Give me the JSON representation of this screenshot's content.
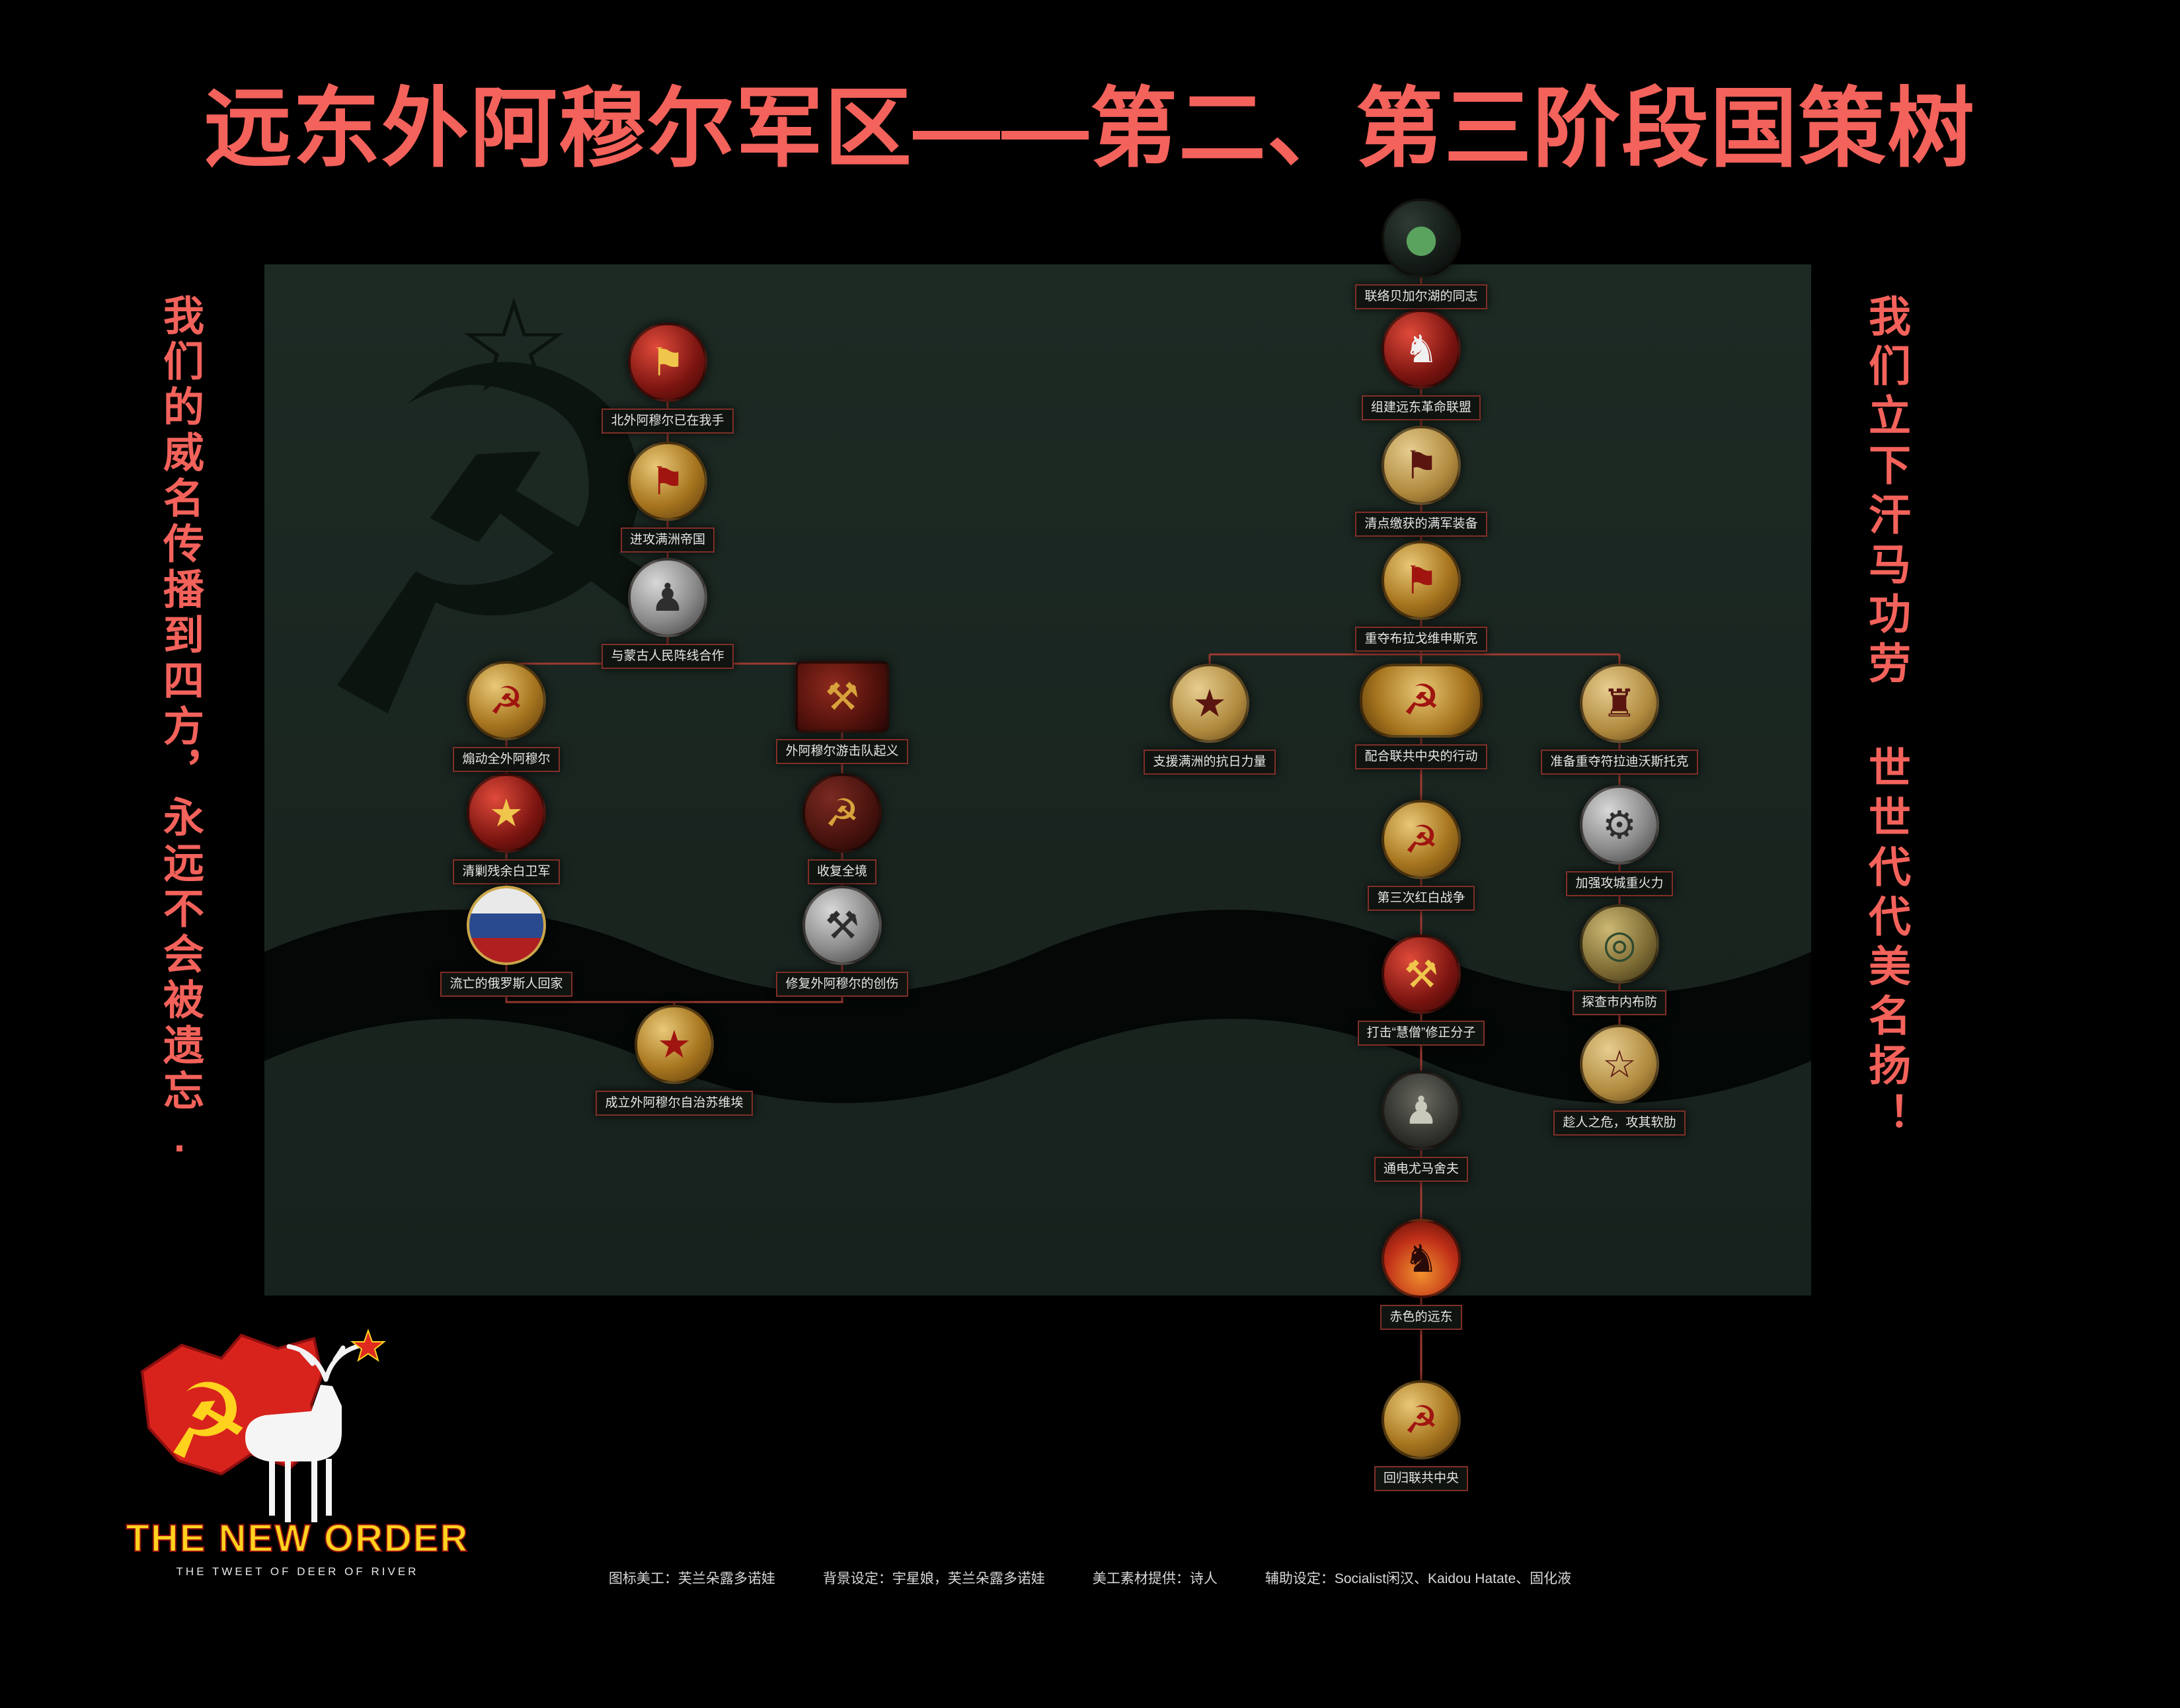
{
  "title": "远东外阿穆尔军区——第二、第三阶段国策树",
  "left_slogan": "我们的威名传播到四方，永远不会被遗忘.",
  "right_slogan": "我们立下汗马功劳 世世代代美名扬！",
  "colors": {
    "accent": "#f3625b",
    "panel": "#1b2722",
    "line": "#9e3a31"
  },
  "watermarks": {
    "hammer_sickle": "☭",
    "star": "☆"
  },
  "logo": {
    "name": "THE NEW ORDER",
    "subtitle": "THE TWEET OF DEER OF RIVER",
    "emblem": "☭"
  },
  "credits": [
    "图标美工：芙兰朵露多诺娃",
    "背景设定：宇星娘，芙兰朵露多诺娃",
    "美工素材提供：诗人",
    "辅助设定：Socialist闲汉、Kaidou Hatate、固化液"
  ],
  "focus_tree": {
    "nodes": [
      {
        "label": "北外阿穆尔已在我手",
        "glyph": "⚑",
        "icon": "crossed-red-flags"
      },
      {
        "label": "进攻满洲帝国",
        "glyph": "⚑",
        "icon": "gold-wreath-flags"
      },
      {
        "label": "与蒙古人民阵线合作",
        "glyph": "♟",
        "icon": "silver-portrait"
      },
      {
        "label": "煽动全外阿穆尔",
        "glyph": "☭",
        "icon": "red-banner"
      },
      {
        "label": "清剿残余白卫军",
        "glyph": "★",
        "icon": "red-badge"
      },
      {
        "label": "流亡的俄罗斯人回家",
        "glyph": "",
        "icon": "russian-tricolor-shield"
      },
      {
        "label": "外阿穆尔游击队起义",
        "glyph": "⚒",
        "icon": "uprising-painting"
      },
      {
        "label": "收复全境",
        "glyph": "☭",
        "icon": "dark-red-medal"
      },
      {
        "label": "修复外阿穆尔的创伤",
        "glyph": "⚒",
        "icon": "silver-bear"
      },
      {
        "label": "成立外阿穆尔自治苏维埃",
        "glyph": "★",
        "icon": "soviet-star-wreath"
      },
      {
        "label": "联络贝加尔湖的同志",
        "glyph": "●",
        "icon": "baikal-lake-map"
      },
      {
        "label": "组建远东革命联盟",
        "glyph": "♞",
        "icon": "white-horse-banner"
      },
      {
        "label": "清点缴获的满军装备",
        "glyph": "⚑",
        "icon": "captured-equipment"
      },
      {
        "label": "重夺布拉戈维申斯克",
        "glyph": "⚑",
        "icon": "city-reclaim-wreath"
      },
      {
        "label": "支援满洲的抗日力量",
        "glyph": "★",
        "icon": "anti-japan-shield"
      },
      {
        "label": "配合联共中央的行动",
        "glyph": "☭",
        "icon": "winged-gold-emblem"
      },
      {
        "label": "准备重夺符拉迪沃斯托克",
        "glyph": "♜",
        "icon": "tank-medal"
      },
      {
        "label": "第三次红白战争",
        "glyph": "☭",
        "icon": "red-white-war-emblem"
      },
      {
        "label": "加强攻城重火力",
        "glyph": "⚙",
        "icon": "siege-artillery"
      },
      {
        "label": "探查市内布防",
        "glyph": "◎",
        "icon": "city-recon"
      },
      {
        "label": "趁人之危，攻其软肋",
        "glyph": "☆",
        "icon": "gold-wreath-dark"
      },
      {
        "label": "打击“慧僧”修正分子",
        "glyph": "⚒",
        "icon": "crossed-hammers"
      },
      {
        "label": "通电尤马舍夫",
        "glyph": "♟",
        "icon": "yumashev-portrait"
      },
      {
        "label": "赤色的远东",
        "glyph": "♞",
        "icon": "red-cavalry-flames"
      },
      {
        "label": "回归联共中央",
        "glyph": "☭",
        "icon": "ussr-gold-shield"
      }
    ]
  }
}
